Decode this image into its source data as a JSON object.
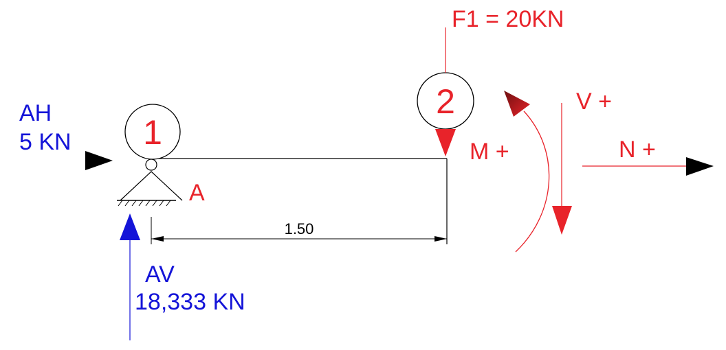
{
  "colors": {
    "force": "#e8232a",
    "reaction": "#1414d8",
    "structure": "#000000",
    "sign_arrow_dark": "#8b1a1a"
  },
  "nodes": [
    {
      "id": "1"
    },
    {
      "id": "2"
    }
  ],
  "support": {
    "label": "A"
  },
  "dimension": {
    "value": "1.50"
  },
  "loads": {
    "f1": "F1 = 20KN"
  },
  "reactions": {
    "ah_label": "AH",
    "ah_value": "5 KN",
    "av_label": "AV",
    "av_value": "18,333 KN"
  },
  "sign_convention": {
    "moment": "M +",
    "shear": "V +",
    "normal": "N +"
  }
}
